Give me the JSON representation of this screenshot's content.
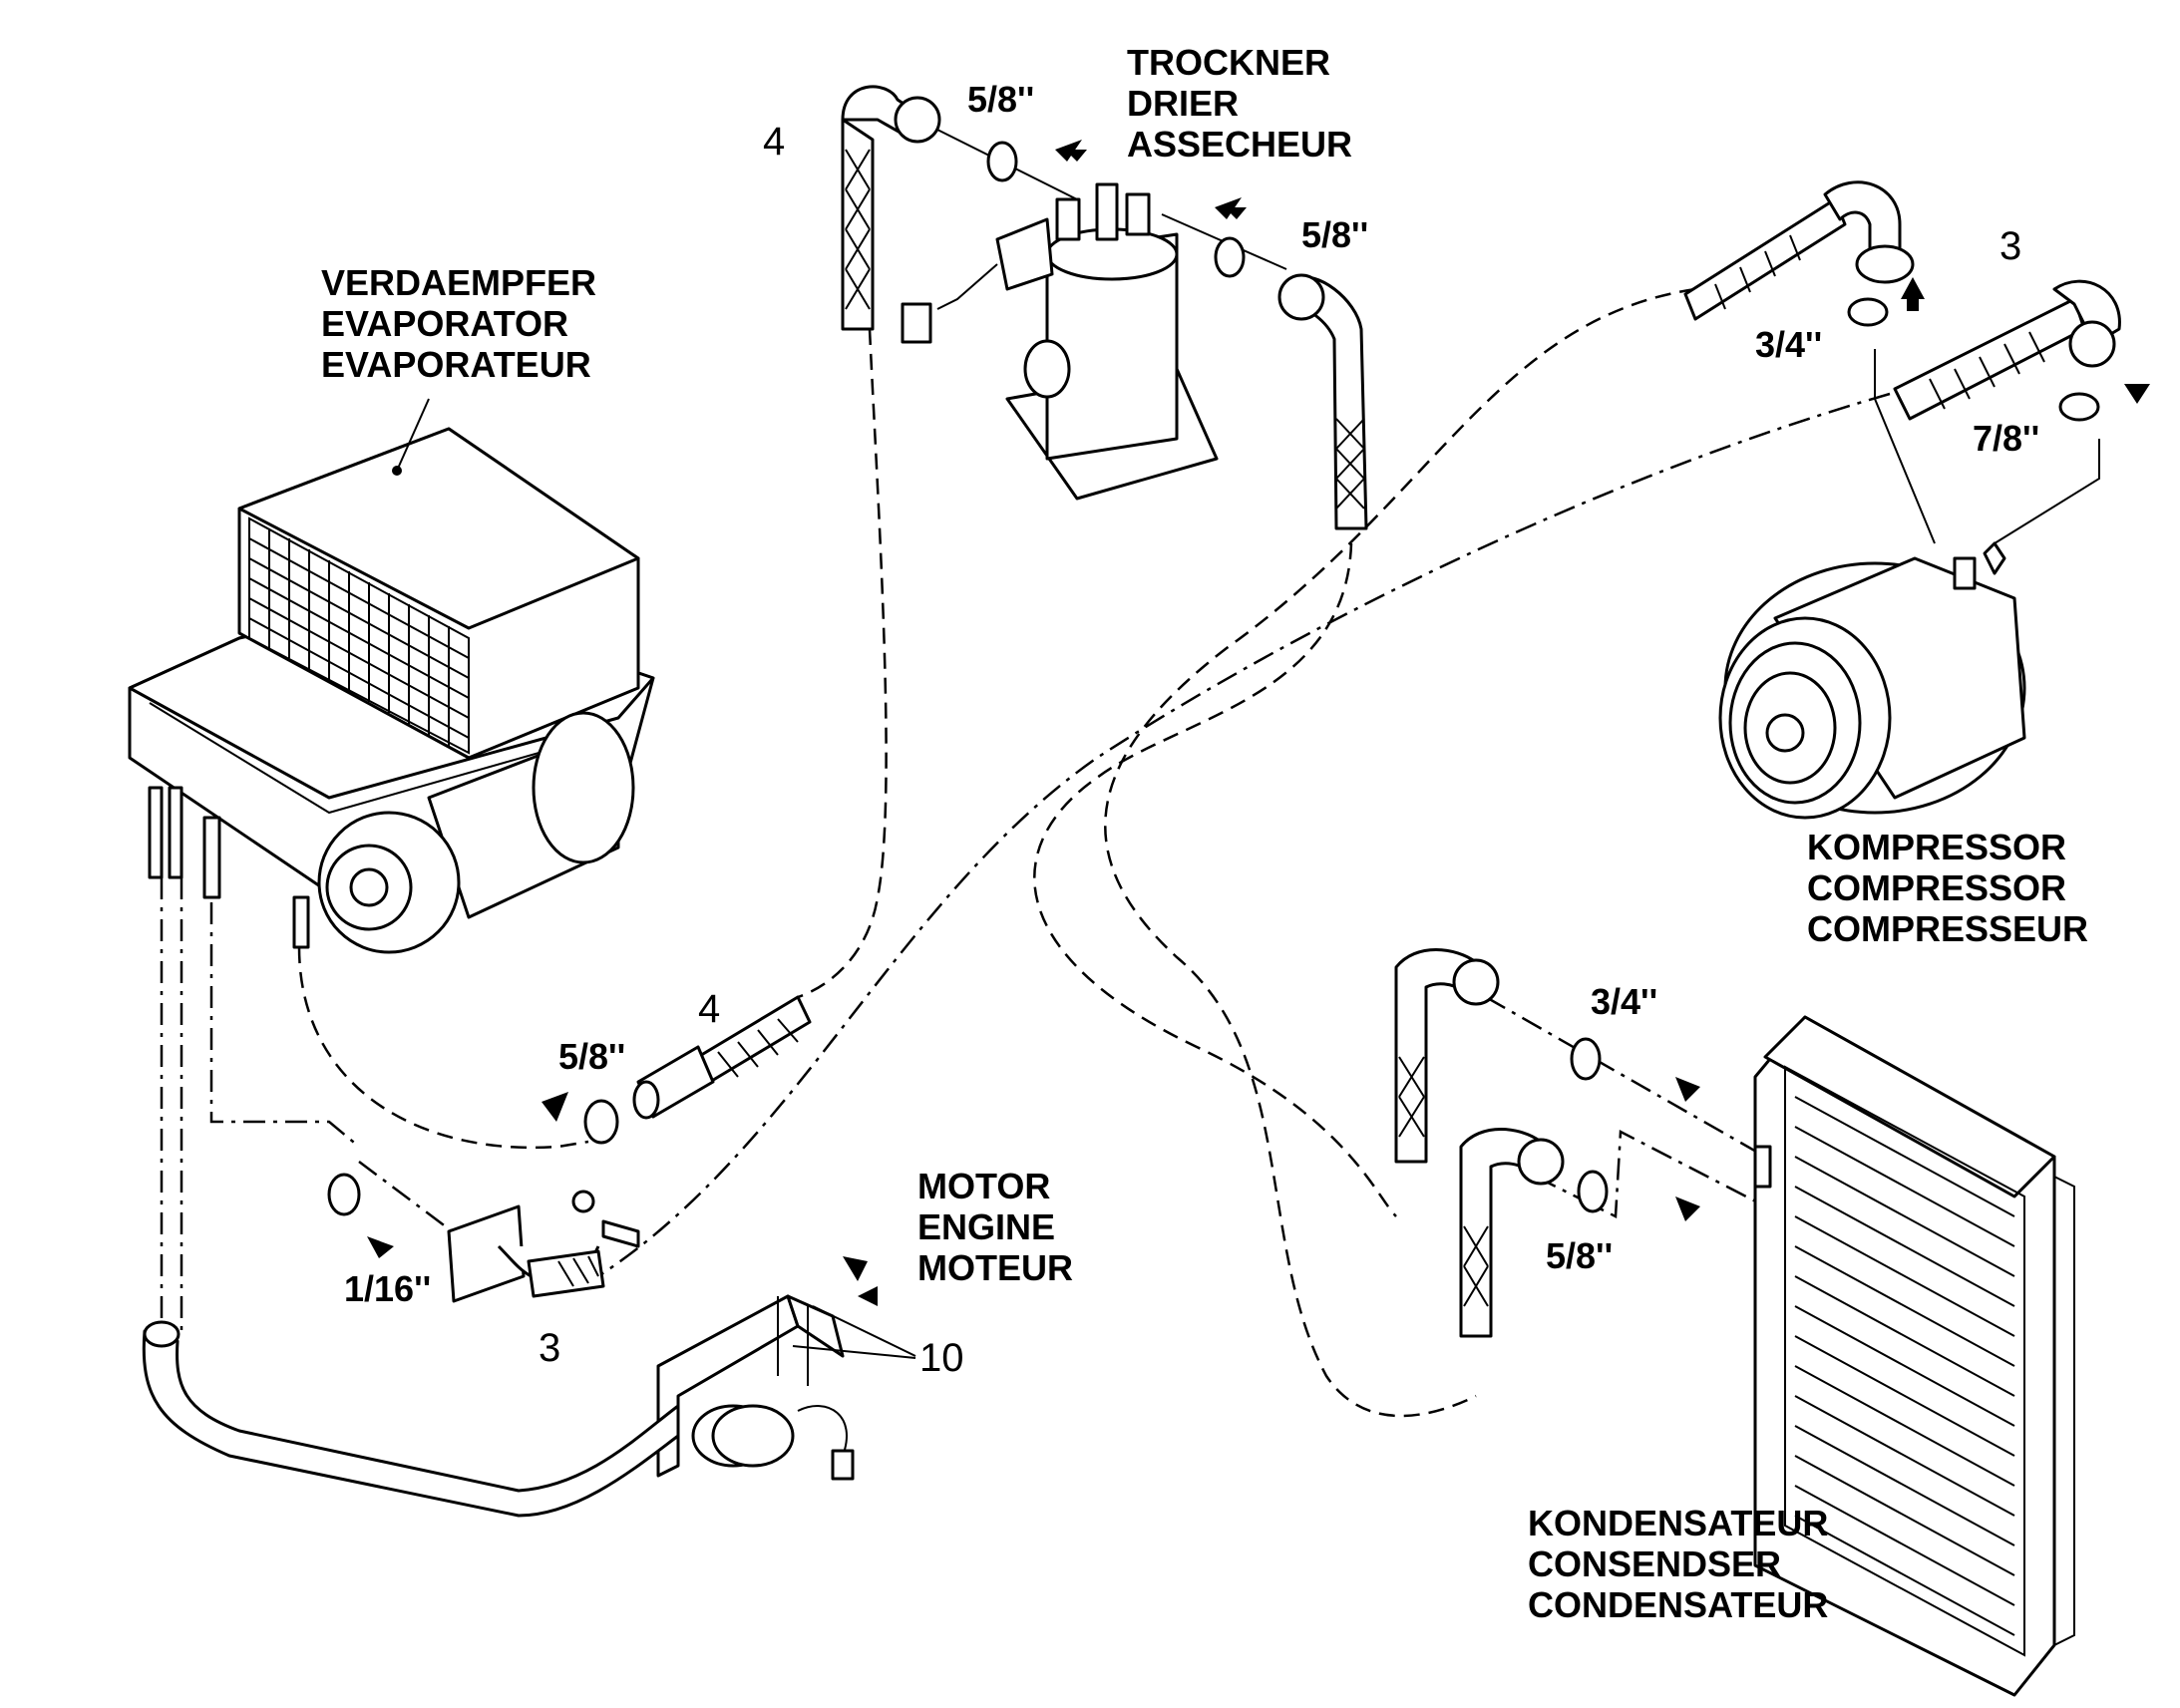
{
  "labels": {
    "evaporator": [
      "VERDAEMPFER",
      "EVAPORATOR",
      "EVAPORATEUR"
    ],
    "drier": [
      "TROCKNER",
      "DRIER",
      "ASSECHEUR"
    ],
    "compressor": [
      "KOMPRESSOR",
      "COMPRESSOR",
      "COMPRESSEUR"
    ],
    "engine": [
      "MOTOR",
      "ENGINE",
      "MOTEUR"
    ],
    "condenser": [
      "KONDENSATEUR",
      "CONSENDSER",
      "CONDENSATEUR"
    ]
  },
  "sizes": {
    "drier_inlet": "5/8''",
    "drier_outlet": "5/8''",
    "compressor_suction": "3/4''",
    "compressor_discharge": "7/8''",
    "evaporator_liquid": "5/8''",
    "evaporator_drain": "1/16''",
    "condenser_inlet": "3/4''",
    "condenser_outlet": "5/8''"
  },
  "callouts": {
    "hose_drier": "4",
    "hose_compressor": "3",
    "hose_evaporator": "4",
    "hose_engine": "3",
    "clamps_engine": "10"
  }
}
